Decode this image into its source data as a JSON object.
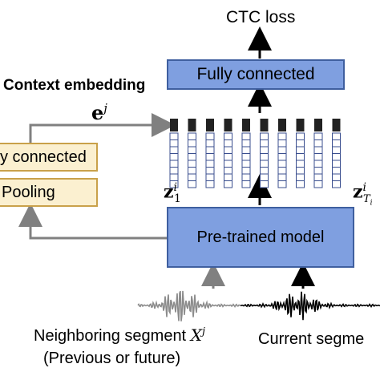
{
  "labels": {
    "ctc_loss": "CTC loss",
    "context_embedding": "Context embedding",
    "e_symbol": "e",
    "e_sup": "j",
    "z_left_symbol": "z",
    "z_left_sup": "i",
    "z_left_sub": "1",
    "z_right_symbol": "z",
    "z_right_sup": "i",
    "z_right_sub": "T",
    "z_right_subsub": "i",
    "neighboring_segment": "Neighboring segment ",
    "neighboring_var": "X",
    "neighboring_sup": "j",
    "previous_or_future": "(Previous or future)",
    "current_segment": "Current segme"
  },
  "boxes": {
    "fully_connected_main": "Fully connected",
    "pretrained_model": "Pre-trained model",
    "fully_connected_left": "y connected",
    "pooling": "Pooling"
  },
  "colors": {
    "model_fill": "#7f9fe0",
    "model_border": "#3f5f9f",
    "left_fill": "#fbf0d0",
    "left_border": "#c9a14a",
    "gray_arrow": "#808080",
    "black_arrow": "#000000",
    "frame_top": "#222222",
    "frame_border": "#3b4f8f"
  },
  "frames": {
    "count": 10,
    "cells_per_frame": 8
  }
}
